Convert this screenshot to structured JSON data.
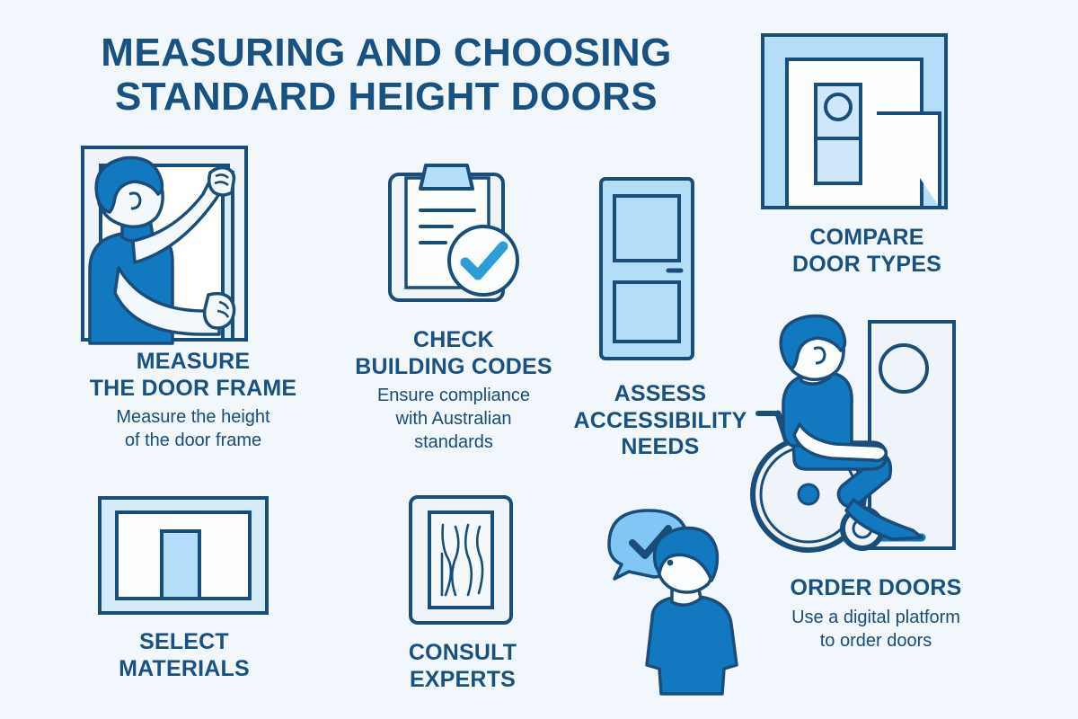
{
  "meta": {
    "background_color": "#f1f7fc",
    "title_color": "#1a5183",
    "text_color": "#1b4b76",
    "stroke_color": "#1a4d7a",
    "fill_light_blue": "#b3ddf9",
    "fill_mid_blue": "#1278c0",
    "fill_check_blue": "#2e9cd8",
    "fill_panel": "#eef4fa"
  },
  "header": {
    "line1": "MEASURING AND CHOOSING",
    "line2": "STANDARD HEIGHT DOORS"
  },
  "steps": [
    {
      "id": "measure-door-frame",
      "icon": "person-measuring-door-frame-icon",
      "title_line1": "MEASURE",
      "title_line2": "THE DOOR FRAME",
      "desc_line1": "Measure the height",
      "desc_line2": "of the door frame"
    },
    {
      "id": "check-building-codes",
      "icon": "clipboard-check-icon",
      "title_line1": "CHECK",
      "title_line2": "BUILDING CODES",
      "desc_line1": "Ensure compliance",
      "desc_line2": "with Australian",
      "desc_line3": "standards"
    },
    {
      "id": "assess-accessibility-needs",
      "icon": "door-panel-icon",
      "title_line1": "ASSESS",
      "title_line2": "ACCESSIBILITY",
      "title_line3": "NEEDS"
    },
    {
      "id": "compare-door-types",
      "icon": "door-types-comparison-icon",
      "title_line1": "COMPARE",
      "title_line2": "DOOR TYPES"
    },
    {
      "id": "order-doors",
      "icon": "wheelchair-person-door-icon",
      "title_line1": "ORDER DOORS",
      "desc_line1": "Use a digital platform",
      "desc_line2": "to order doors"
    },
    {
      "id": "select-materials",
      "icon": "door-frame-materials-icon",
      "title_line1": "SELECT",
      "title_line2": "MATERIALS"
    },
    {
      "id": "consult-experts",
      "icon": "wood-grain-door-icon",
      "title_line1": "CONSULT",
      "title_line2": "EXPERTS"
    },
    {
      "id": "consult-person",
      "icon": "person-speech-bubble-check-icon"
    }
  ]
}
